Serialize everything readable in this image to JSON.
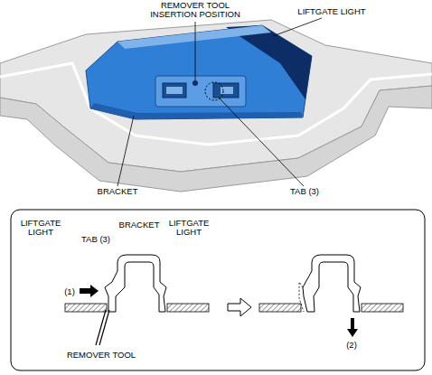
{
  "diagram": {
    "labels": [
      "REMOVER TOOL INSERTION POSITION",
      "LIFTGATE LIGHT",
      "BRACKET",
      "TAB (3)",
      "LIFTGATE LIGHT",
      "TAB (3)",
      "BRACKET",
      "LIFTGATE LIGHT",
      "(1)",
      "REMOVER TOOL",
      "(2)"
    ]
  }
}
